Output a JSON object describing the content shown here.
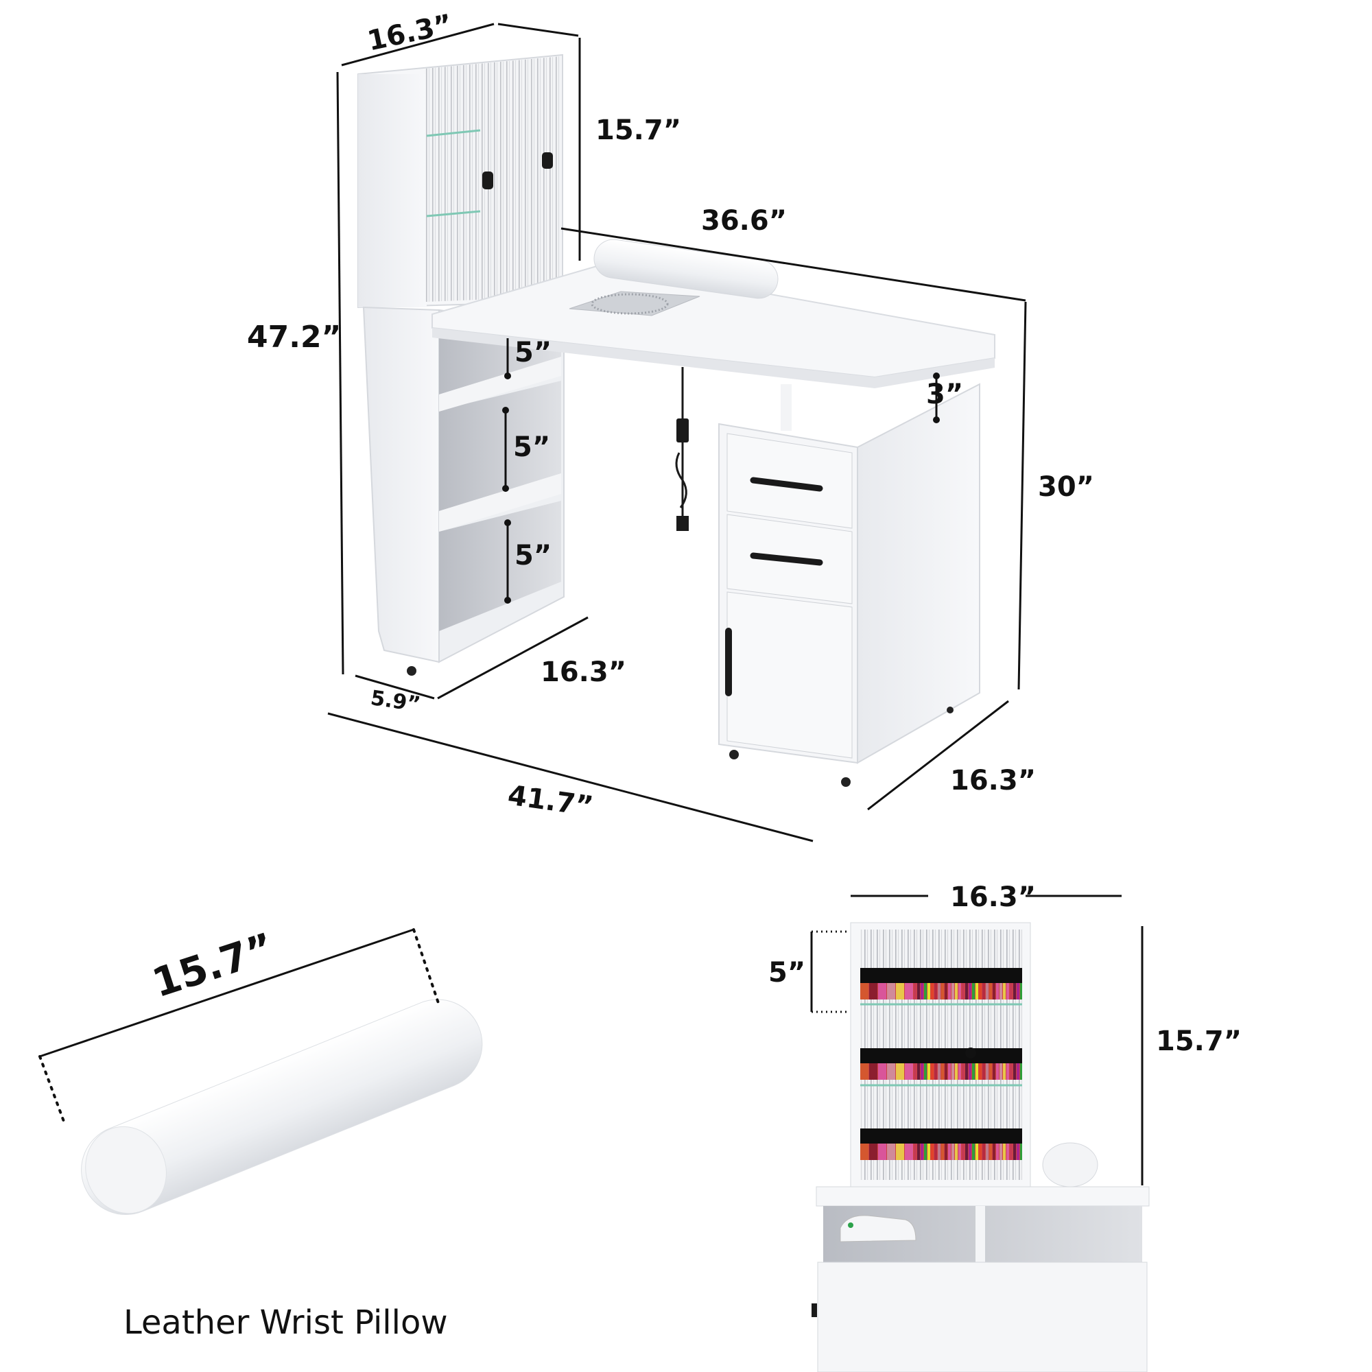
{
  "product": {
    "name": "Nail desk with side cabinet, drawer unit, dust collector and wrist pillow",
    "colors": {
      "body": "#f4f5f7",
      "shadow": "#d8dadf",
      "inner": "#c9ccd2",
      "handle": "#1a1a1a",
      "line": "#111111"
    }
  },
  "main_view": {
    "top_cabinet_depth": "16.3”",
    "top_cabinet_height": "15.7”",
    "total_height": "47.2”",
    "tabletop_width": "36.6”",
    "shelf_gap_1": "5”",
    "shelf_gap_2": "5”",
    "shelf_gap_3": "5”",
    "drawer_unit_gap": "3”",
    "table_height": "30”",
    "side_cabinet_depth": "16.3”",
    "side_cabinet_width": "5.9”",
    "total_width": "41.7”",
    "drawer_unit_depth": "16.3”"
  },
  "pillow_view": {
    "length": "15.7”",
    "caption": "Leather Wrist Pillow"
  },
  "front_view": {
    "width": "16.3”",
    "height": "15.7”",
    "shelf_spacing": "5”",
    "polish_colors": [
      "#d4572f",
      "#8b1e2e",
      "#d9559a",
      "#d08a9a",
      "#e8c64a",
      "#dc5a9c",
      "#c73a52",
      "#6a1a3a",
      "#a8238f",
      "#2e9e3a",
      "#e6e02e",
      "#e2432a",
      "#b62a40",
      "#c07a8c"
    ]
  }
}
